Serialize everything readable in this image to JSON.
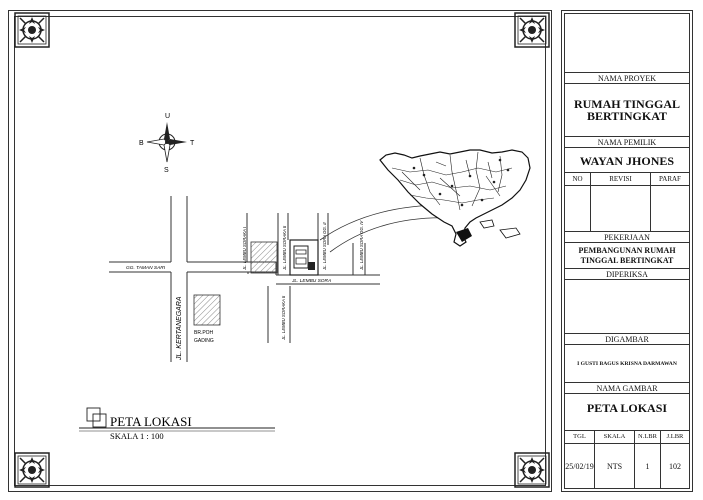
{
  "map": {
    "compass": {
      "north": "U",
      "south": "S",
      "west": "B",
      "east": "T"
    },
    "streets": {
      "taman_sari": "GG. TAMAN SARI",
      "kertanegara": "JL. KERTANEGARA",
      "lembu_soraka_1": "JL. LEMBU SORAKA I",
      "lembu_soraka_2": "JL. LEMBU SORAKA II",
      "lembu_soraka_3": "JL. LEMBU SORAKA II",
      "lembu_sora_gg2": "JL. LEMBU SORA GG. II",
      "lembu_sora_gg4": "JL. LEMBU SORA GG. IV",
      "lembu_sora": "JL. LEMBU SORA"
    },
    "landmark": {
      "line1": "BR.POH",
      "line2": "GADING"
    },
    "title": "PETA LOKASI",
    "scale": "SKALA 1 : 100"
  },
  "title_block": {
    "nama_proyek_label": "NAMA PROYEK",
    "project_line1": "RUMAH TINGGAL",
    "project_line2": "BERTINGKAT",
    "nama_pemilik_label": "NAMA PEMILIK",
    "owner": "WAYAN JHONES",
    "revisi_headers": [
      "NO",
      "REVISI",
      "PARAF"
    ],
    "pekerjaan_label": "PEKERJAAN",
    "pekerjaan_line1": "PEMBANGUNAN RUMAH",
    "pekerjaan_line2": "TINGGAL  BERTINGKAT",
    "diperiksa_label": "DIPERIKSA",
    "digambar_label": "DIGAMBAR",
    "digambar_name": "I GUSTI BAGUS KRISNA DARMAWAN",
    "nama_gambar_label": "NAMA GAMBAR",
    "drawing_name": "PETA LOKASI",
    "info_headers": [
      "TGL",
      "SKALA",
      "N.LBR",
      "J.LBR"
    ],
    "info_values": [
      "25/02/19",
      "NTS",
      "1",
      "102"
    ]
  }
}
